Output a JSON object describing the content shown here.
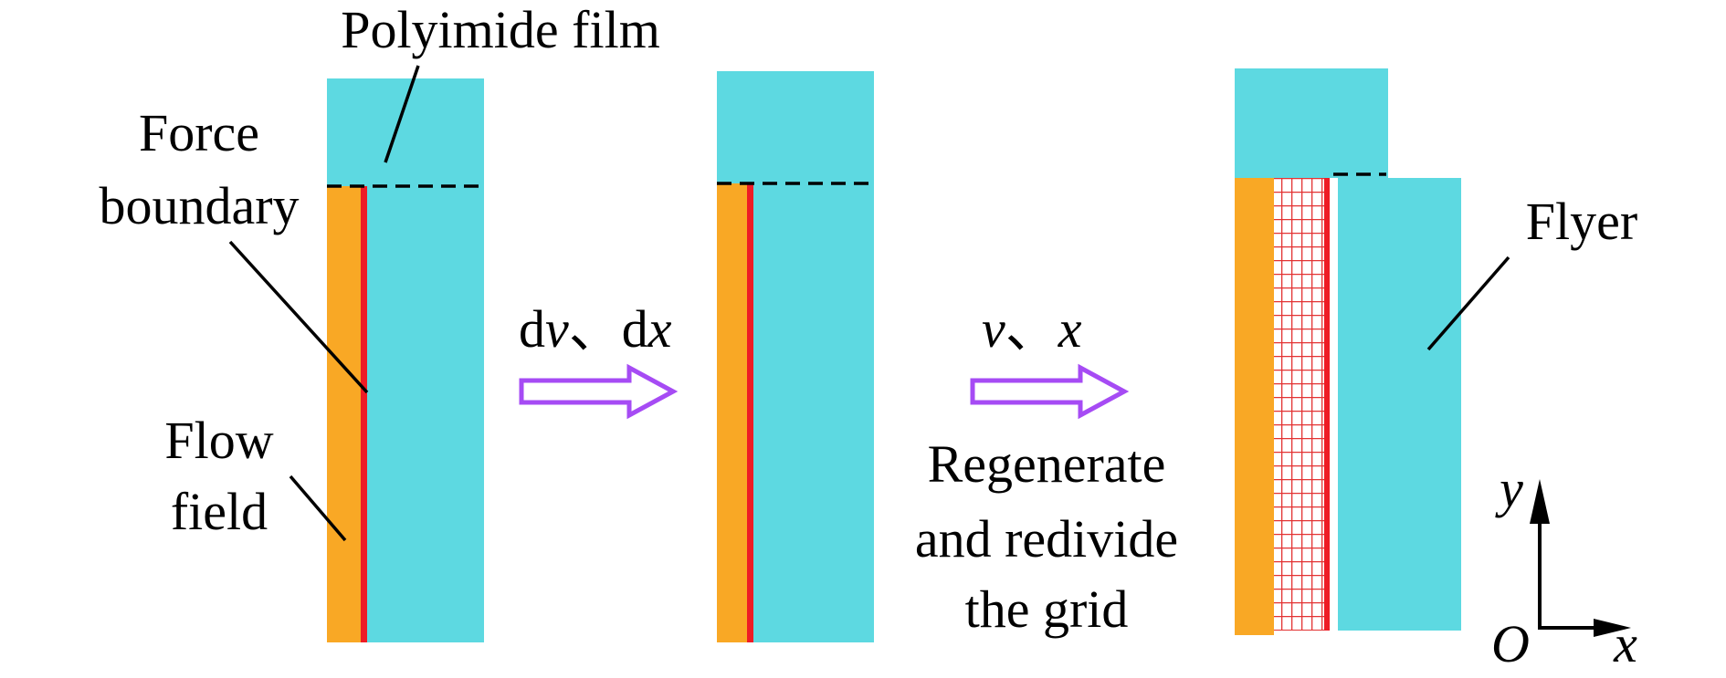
{
  "labels": {
    "polyimide_film": "Polyimide film",
    "force_boundary_line1": "Force",
    "force_boundary_line2": "boundary",
    "flow_field_line1": "Flow",
    "flow_field_line2": "field",
    "flyer": "Flyer",
    "step1_d1": "d",
    "step1_v": "v",
    "step1_sep": "、",
    "step1_d2": "d",
    "step1_x": "x",
    "step2_v": "v",
    "step2_sep": "、",
    "step2_x": "x",
    "regen_line1": "Regenerate",
    "regen_line2": "and redivide",
    "regen_line3": "the grid",
    "axis_y": "y",
    "axis_origin": "O",
    "axis_x": "x"
  },
  "colors": {
    "film": "#5dd9e1",
    "flow_field": "#f9a825",
    "force_boundary": "#ee1c25",
    "grid": "#e33333",
    "arrow": "#a64bf4",
    "ink": "#000000"
  }
}
